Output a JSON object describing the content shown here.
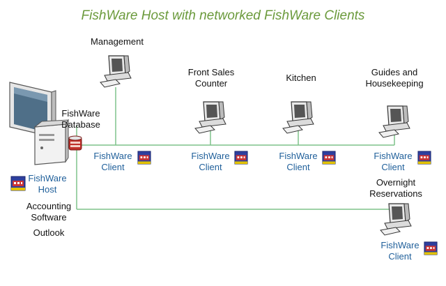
{
  "title": "FishWare Host with networked FishWare Clients",
  "host": {
    "database_label_line1": "FishWare",
    "database_label_line2": "Database",
    "host_label_line1": "FishWare",
    "host_label_line2": "Host",
    "software": [
      "Accounting",
      "Software",
      "Outlook"
    ]
  },
  "stations": [
    {
      "name_line1": "Management",
      "name_line2": "",
      "client_line1": "FishWare",
      "client_line2": "Client"
    },
    {
      "name_line1": "Front Sales",
      "name_line2": "Counter",
      "client_line1": "FishWare",
      "client_line2": "Client"
    },
    {
      "name_line1": "Kitchen",
      "name_line2": "",
      "client_line1": "FishWare",
      "client_line2": "Client"
    },
    {
      "name_line1": "Guides and",
      "name_line2": "Housekeeping",
      "client_line1": "FishWare",
      "client_line2": "Client"
    },
    {
      "name_line1": "Overnight",
      "name_line2": "Reservations",
      "client_line1": "FishWare",
      "client_line2": "Client"
    }
  ],
  "colors": {
    "wire": "#7fc28a",
    "title": "#6b9a3c",
    "client_text": "#1f5f9a"
  },
  "icons": [
    "computer-icon",
    "fishware-badge-icon",
    "database-icon",
    "workstation-icon"
  ]
}
